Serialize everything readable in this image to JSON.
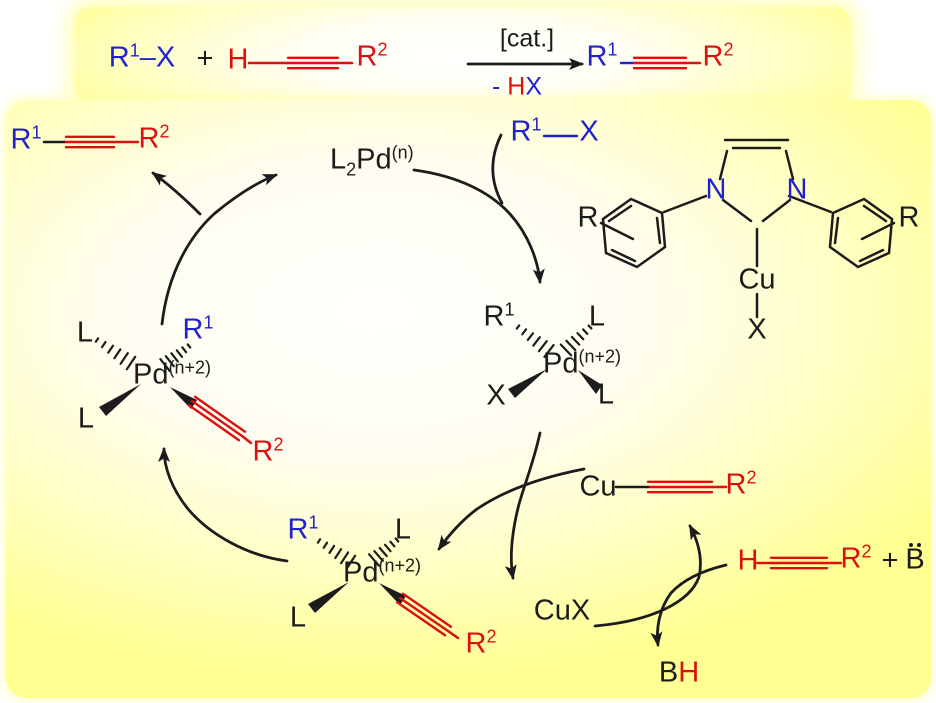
{
  "colors": {
    "ink": "#1c1c1c",
    "blue": "#2222cc",
    "red": "#dd1010",
    "box_yellow": "#ffff8e",
    "box_center": "#ffffff"
  },
  "symbols": {
    "R": "R",
    "sup_one": "1",
    "sup_two": "2",
    "X": "X",
    "H": "H",
    "L": "L",
    "sub_two": "2",
    "Pd": "Pd",
    "sup_n": "(n)",
    "sup_n_plus_2": "(n+2)",
    "Cu": "Cu",
    "CuX": "CuX",
    "N": "N",
    "B": "B",
    "plus": "+",
    "minus": "-",
    "dash": "–",
    "catalyst": "[cat.]"
  }
}
